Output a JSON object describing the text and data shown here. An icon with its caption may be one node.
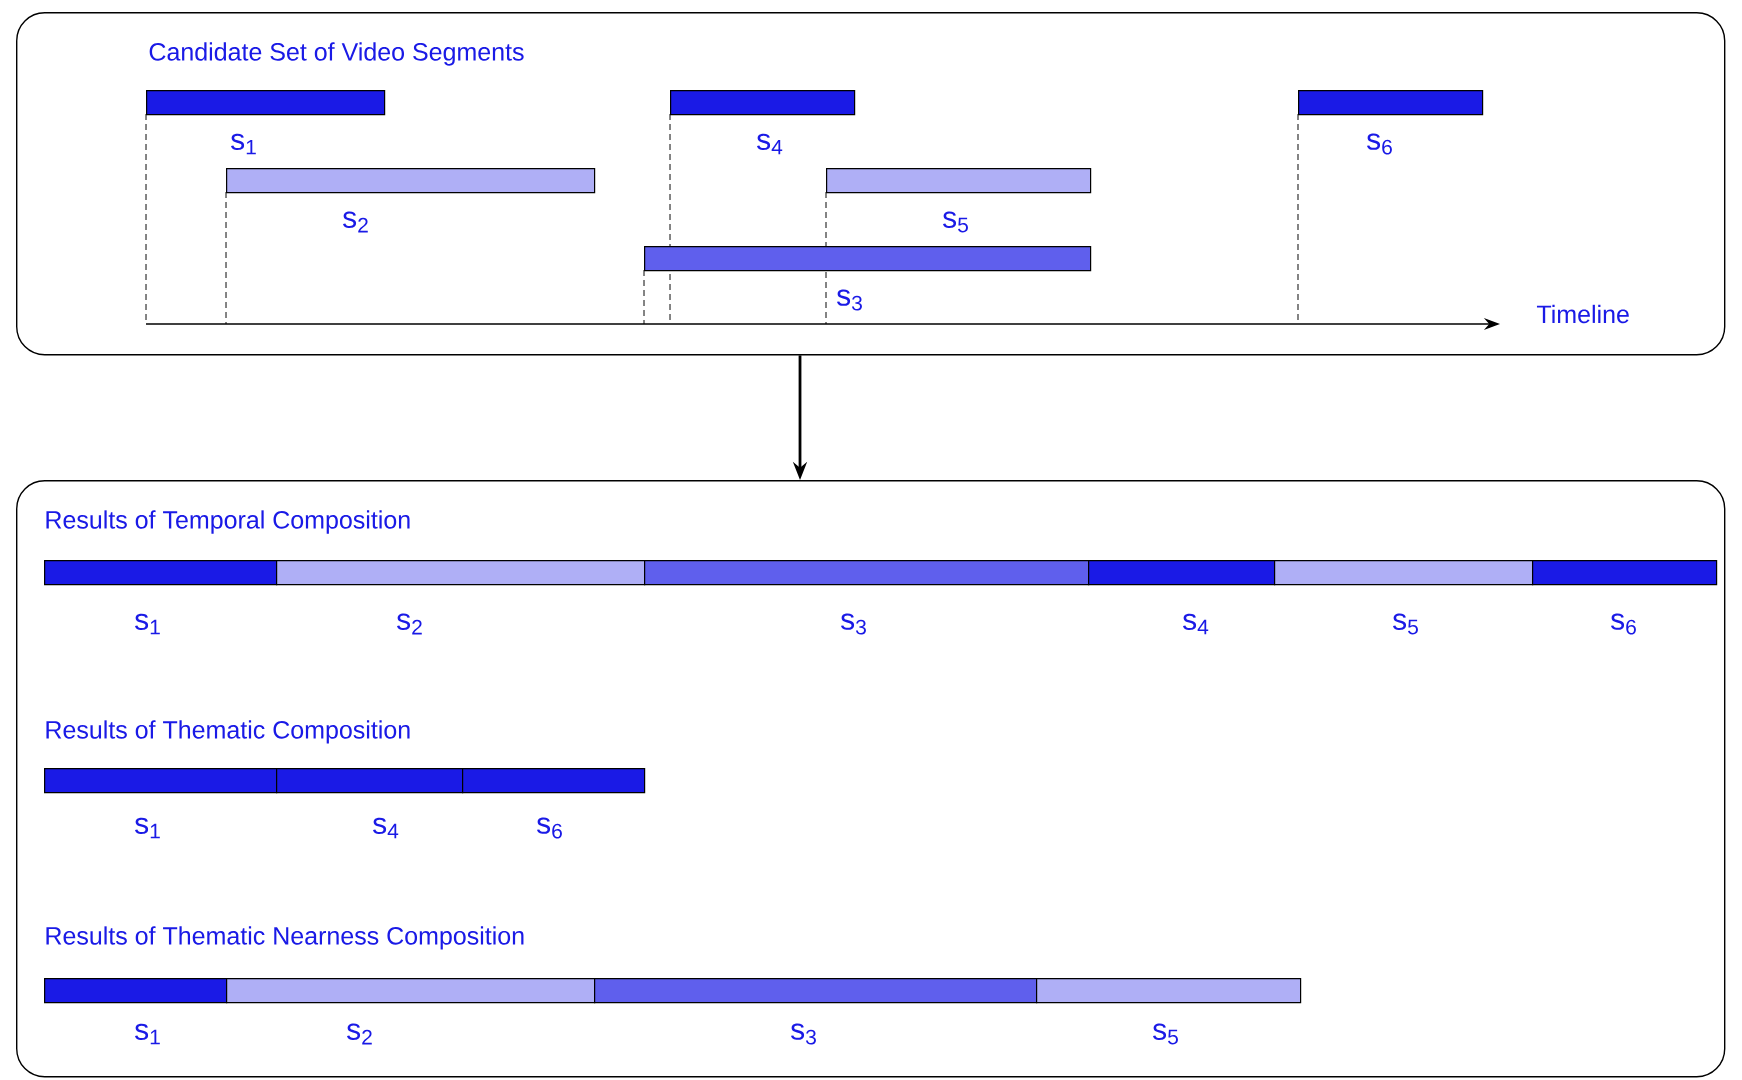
{
  "diagram": {
    "nodes": [
      {
        "text": [
          "Candidate Set of Video Segments"
        ]
      },
      {
        "text": [],
        "shape": "bar",
        "beside": [
          "s$_{1}$"
        ],
        "in": 0
      },
      {
        "text": [],
        "shape": "bar",
        "beside": [
          "s$_{4}$"
        ],
        "in": 0
      },
      {
        "text": [],
        "shape": "bar",
        "beside": [
          "s$_{6}$"
        ],
        "in": 0
      },
      {
        "text": [],
        "shape": "bar",
        "beside": [
          "s$_{2}$"
        ],
        "in": 0
      },
      {
        "text": [],
        "shape": "bar",
        "beside": [
          "s$_{5}$"
        ],
        "in": 0
      },
      {
        "text": [],
        "shape": "bar",
        "beside": [
          "s$_{3}$"
        ],
        "in": 0
      },
      {
        "text": [
          "Results of Temporal Composition",
          "Results of Thematic Composition",
          "Results of Thematic Nearness Composition"
        ]
      },
      {
        "text": [],
        "shape": "bar",
        "beside": [
          "s$_{1}$"
        ],
        "in": 7
      },
      {
        "text": [],
        "shape": "bar",
        "beside": [
          "s$_{2}$"
        ],
        "in": 7
      },
      {
        "text": [],
        "shape": "bar",
        "beside": [
          "s$_{3}$"
        ],
        "in": 7
      },
      {
        "text": [],
        "shape": "bar",
        "beside": [
          "s$_{4}$"
        ],
        "in": 7
      },
      {
        "text": [],
        "shape": "bar",
        "beside": [
          "s$_{5}$"
        ],
        "in": 7
      },
      {
        "text": [],
        "shape": "bar",
        "beside": [
          "s$_{6}$"
        ],
        "in": 7
      },
      {
        "text": [],
        "shape": "bar",
        "beside": [
          "s$_{1}$"
        ],
        "in": 7
      },
      {
        "text": [],
        "shape": "bar",
        "beside": [
          "s$_{4}$"
        ],
        "in": 7
      },
      {
        "text": [],
        "shape": "bar",
        "beside": [
          "s$_{6}$"
        ],
        "in": 7
      },
      {
        "text": [],
        "shape": "bar",
        "beside": [
          "s$_{1}$"
        ],
        "in": 7
      },
      {
        "text": [],
        "shape": "bar",
        "beside": [
          "s$_{2}$"
        ],
        "in": 7
      },
      {
        "text": [],
        "shape": "bar",
        "beside": [
          "s$_{3}$"
        ],
        "in": 7
      },
      {
        "text": [],
        "shape": "bar",
        "beside": [
          "s$_{5}$"
        ],
        "in": 7
      }
    ],
    "edges": [
      {
        "from": 0,
        "to": 7,
        "arrow": "to"
      }
    ],
    "labels": [
      "Timeline"
    ]
  }
}
